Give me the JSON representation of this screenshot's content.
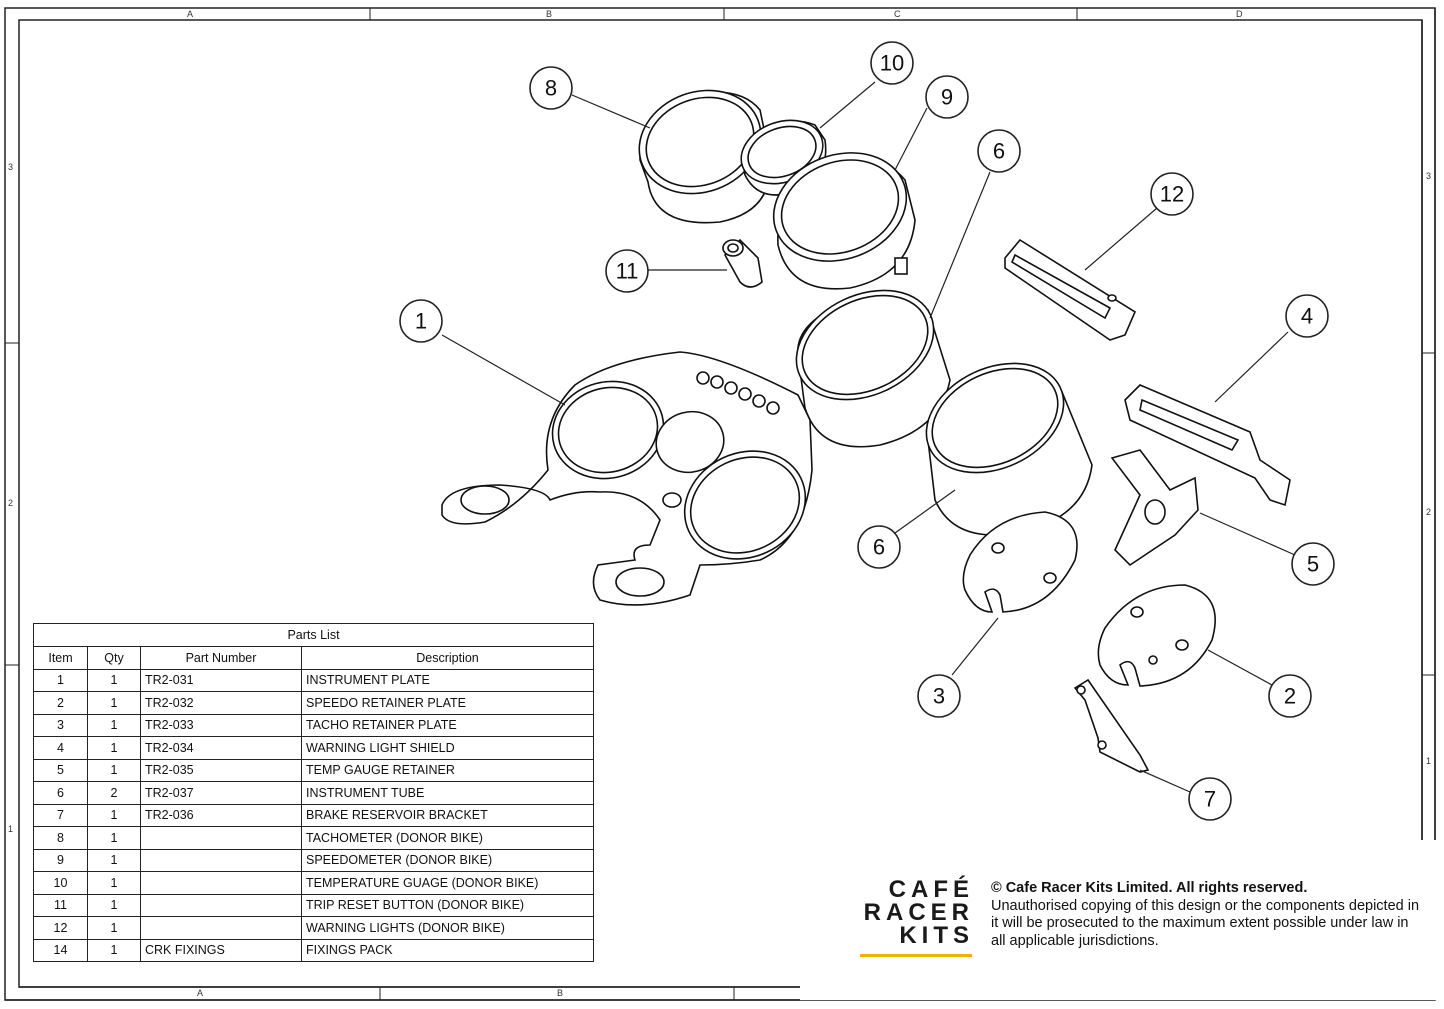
{
  "zones": {
    "top": [
      "A",
      "B",
      "C",
      "D"
    ],
    "bottom": [
      "A",
      "B"
    ],
    "left": [
      "3",
      "2",
      "1"
    ],
    "right": [
      "3",
      "2",
      "1"
    ]
  },
  "callouts": [
    "1",
    "2",
    "3",
    "4",
    "5",
    "6",
    "6",
    "7",
    "8",
    "9",
    "10",
    "11",
    "12"
  ],
  "parts_list": {
    "title": "Parts List",
    "headers": [
      "Item",
      "Qty",
      "Part Number",
      "Description"
    ],
    "rows": [
      [
        "1",
        "1",
        "TR2-031",
        "INSTRUMENT PLATE"
      ],
      [
        "2",
        "1",
        "TR2-032",
        "SPEEDO RETAINER PLATE"
      ],
      [
        "3",
        "1",
        "TR2-033",
        "TACHO RETAINER PLATE"
      ],
      [
        "4",
        "1",
        "TR2-034",
        "WARNING LIGHT SHIELD"
      ],
      [
        "5",
        "1",
        "TR2-035",
        "TEMP GAUGE RETAINER"
      ],
      [
        "6",
        "2",
        "TR2-037",
        "INSTRUMENT TUBE"
      ],
      [
        "7",
        "1",
        "TR2-036",
        "BRAKE RESERVOIR BRACKET"
      ],
      [
        "8",
        "1",
        "",
        "TACHOMETER (DONOR BIKE)"
      ],
      [
        "9",
        "1",
        "",
        "SPEEDOMETER (DONOR BIKE)"
      ],
      [
        "10",
        "1",
        "",
        "TEMPERATURE GUAGE (DONOR BIKE)"
      ],
      [
        "11",
        "1",
        "",
        "TRIP RESET BUTTON (DONOR BIKE)"
      ],
      [
        "12",
        "1",
        "",
        "WARNING LIGHTS (DONOR BIKE)"
      ],
      [
        "14",
        "1",
        "CRK FIXINGS",
        "FIXINGS PACK"
      ]
    ]
  },
  "logo": {
    "line1": "CAFÉ",
    "line2": "RACER",
    "line3": "KITS",
    "accent": "#f2b200"
  },
  "copyright": {
    "line1": "© Cafe Racer Kits Limited. All rights reserved.",
    "line2": "Unauthorised copying of this design or the components depicted in it will be prosecuted to the maximum extent possible under law in all applicable jurisdictions."
  }
}
